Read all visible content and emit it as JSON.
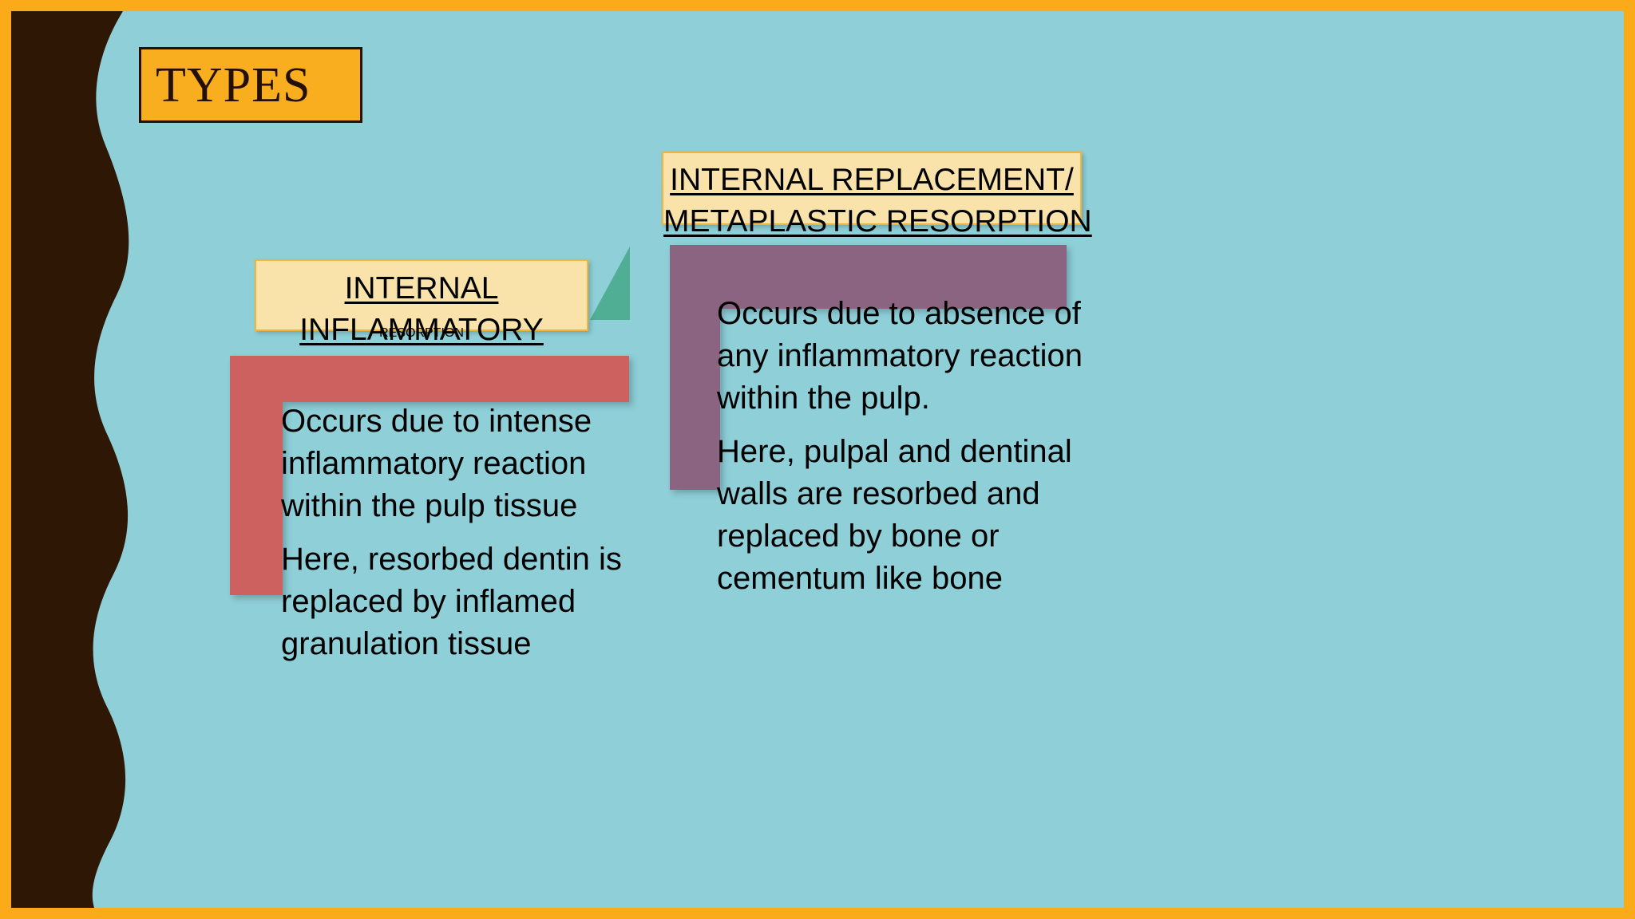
{
  "slide": {
    "title": "TYPES",
    "colors": {
      "frame": "#FBAA1A",
      "background": "#8ECFD8",
      "title_box": "#F8AE1E",
      "title_border": "#241000",
      "wave_band": "#2E1705",
      "callout_fill": "#FAE3AA",
      "callout_border": "#F0B43C",
      "bracket_left": "#CC6160",
      "bracket_right": "#8A6480",
      "triangle": "#4FAE93",
      "text": "#000000"
    }
  },
  "columns": [
    {
      "id": "internal-inflammatory",
      "heading_lines": [
        "INTERNAL",
        "INFLAMMATORY",
        "RESORPTION"
      ],
      "heading_line_1": "INTERNAL",
      "heading_line_2": "INFLAMMATORY",
      "heading_line_3": "RESORPTION",
      "bracket_color": "#CC6160",
      "paragraphs": [
        "Occurs due to intense inflammatory reaction within the pulp tissue",
        "Here, resorbed dentin is replaced by inflamed granulation tissue"
      ],
      "paragraph_1": "Occurs due to intense inflammatory reaction within the pulp tissue",
      "paragraph_2": "Here, resorbed dentin is replaced by inflamed granulation tissue"
    },
    {
      "id": "internal-replacement",
      "heading_lines": [
        "INTERNAL REPLACEMENT/",
        "METAPLASTIC RESORPTION"
      ],
      "heading_line_1": "INTERNAL REPLACEMENT/",
      "heading_line_2": "METAPLASTIC RESORPTION",
      "bracket_color": "#8A6480",
      "paragraphs": [
        "Occurs due to absence of any inflammatory reaction within the pulp.",
        "Here, pulpal and dentinal walls are resorbed and replaced by bone or cementum like bone"
      ],
      "paragraph_1": "Occurs due to absence of any inflammatory reaction within the pulp.",
      "paragraph_2": "Here, pulpal and dentinal walls are resorbed and replaced by bone or cementum like bone"
    }
  ]
}
